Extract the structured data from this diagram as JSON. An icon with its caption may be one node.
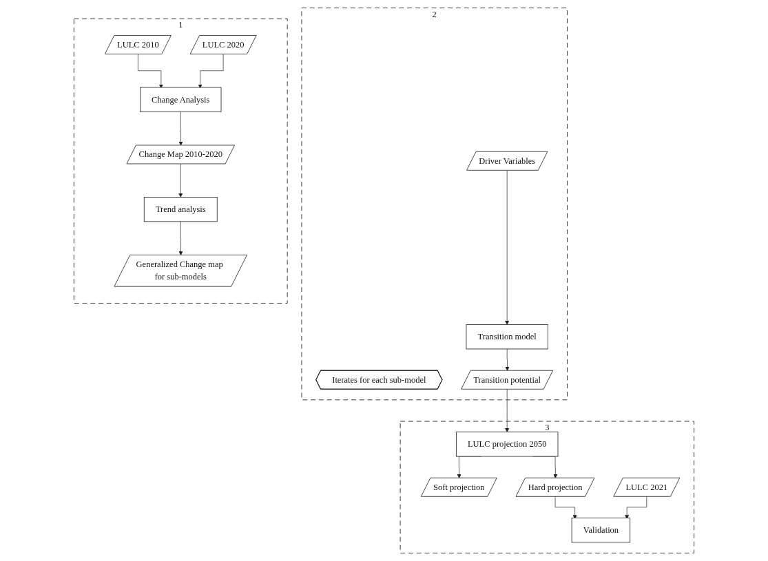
{
  "diagram": {
    "nodes": [
      {
        "text": [
          "1"
        ]
      },
      {
        "text": [
          "LULC 2010"
        ],
        "in": 0
      },
      {
        "text": [
          "LULC 2020"
        ],
        "in": 0
      },
      {
        "text": [
          "Change Analysis"
        ],
        "in": 0
      },
      {
        "text": [
          "Change Map 2010-2020"
        ],
        "in": 0
      },
      {
        "text": [
          "Trend analysis"
        ],
        "in": 0
      },
      {
        "text": [
          "Generalized Change map for sub-models"
        ],
        "in": 0
      },
      {
        "text": [
          "2"
        ]
      },
      {
        "text": [
          "Driver Variables"
        ],
        "in": 7
      },
      {
        "text": [
          "Transition model"
        ],
        "in": 7
      },
      {
        "text": [
          "Transition potential"
        ],
        "in": 7
      },
      {
        "text": [
          "Iterates for each sub-model"
        ],
        "in": 7
      },
      {
        "text": [
          "3"
        ]
      },
      {
        "text": [
          "LULC projection 2050"
        ],
        "in": 12
      },
      {
        "text": [
          "Soft projection"
        ],
        "in": 12
      },
      {
        "text": [
          "LULC 2021"
        ],
        "in": 12
      },
      {
        "text": [
          "Hard projection"
        ],
        "in": 12
      },
      {
        "text": [
          "Validation"
        ],
        "in": 12
      }
    ],
    "edges": [
      {
        "from": 1,
        "to": 3,
        "arrow": "to"
      },
      {
        "from": 2,
        "to": 3,
        "arrow": "to"
      },
      {
        "from": 3,
        "to": 4,
        "arrow": "to"
      },
      {
        "from": 4,
        "to": 5,
        "arrow": "to"
      },
      {
        "from": 5,
        "to": 6,
        "arrow": "to"
      },
      {
        "from": 8,
        "to": 9,
        "arrow": "to"
      },
      {
        "from": 9,
        "to": 10,
        "arrow": "to"
      },
      {
        "from": 10,
        "to": 13,
        "arrow": "to"
      },
      {
        "from": 13,
        "to": 14,
        "arrow": "to"
      },
      {
        "from": 13,
        "to": 16,
        "arrow": "to"
      },
      {
        "from": 16,
        "to": 17,
        "arrow": "to"
      },
      {
        "from": 15,
        "to": 17,
        "arrow": "to"
      }
    ]
  }
}
